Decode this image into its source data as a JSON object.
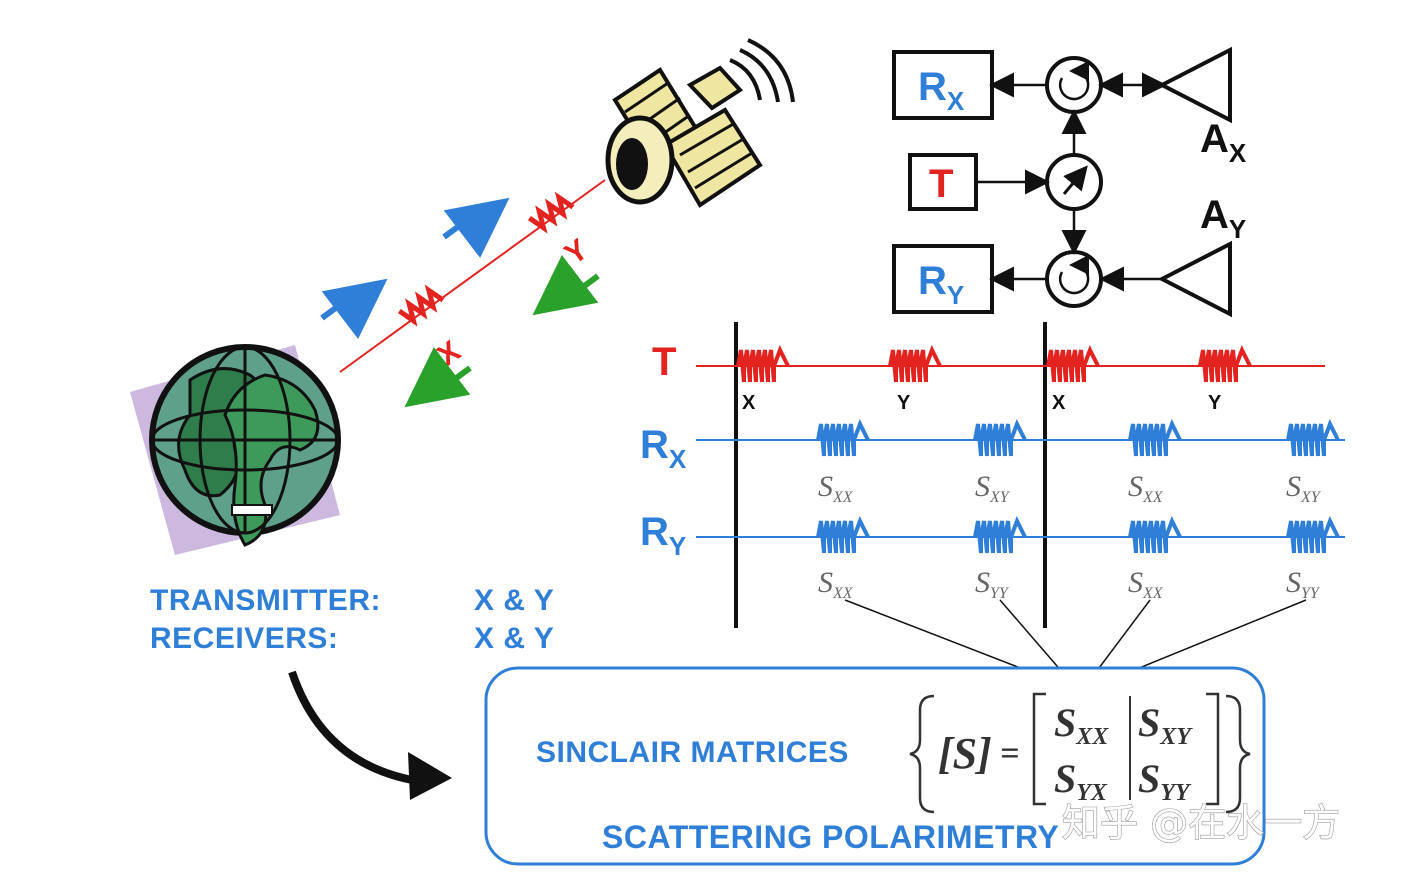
{
  "blocks": {
    "rx": {
      "main": "R",
      "sub": "X"
    },
    "ry": {
      "main": "R",
      "sub": "Y"
    },
    "t": {
      "main": "T"
    },
    "ax": {
      "main": "A",
      "sub": "X"
    },
    "ay": {
      "main": "A",
      "sub": "Y"
    }
  },
  "beam_labels": {
    "x": "X",
    "y": "Y"
  },
  "timing": {
    "t_label": "T",
    "rx_label": {
      "main": "R",
      "sub": "X"
    },
    "ry_label": {
      "main": "R",
      "sub": "Y"
    },
    "pulse_labels": [
      "X",
      "Y",
      "X",
      "Y"
    ],
    "rx_signals": [
      "S",
      "XX",
      "S",
      "XY",
      "S",
      "XX",
      "S",
      "XY"
    ],
    "ry_signals": [
      "S",
      "XX",
      "S",
      "YY",
      "S",
      "XX",
      "S",
      "YY"
    ]
  },
  "legend": {
    "transmitter_label": "TRANSMITTER:",
    "transmitter_value": "X & Y",
    "receivers_label": "RECEIVERS:",
    "receivers_value": "X & Y"
  },
  "result_box": {
    "sinclair": "SINCLAIR MATRICES",
    "scattering": "SCATTERING POLARIMETRY",
    "matrix_lhs": "[S]",
    "matrix_eq": "=",
    "m11": {
      "main": "S",
      "sub": "XX"
    },
    "m12": {
      "main": "S",
      "sub": "XY"
    },
    "m21": {
      "main": "S",
      "sub": "YX"
    },
    "m22": {
      "main": "S",
      "sub": "YY"
    }
  },
  "watermark": "知乎 @在水一方",
  "colors": {
    "blue": "#2f7fd9",
    "red": "#e3231f",
    "green": "#2aa12a",
    "black": "#111111"
  }
}
